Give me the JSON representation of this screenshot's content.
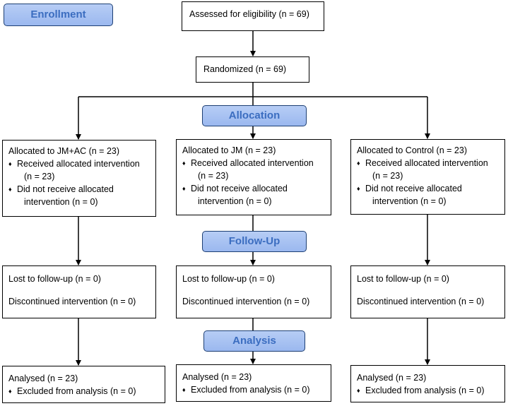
{
  "stages": {
    "enrollment": "Enrollment",
    "allocation": "Allocation",
    "followup": "Follow-Up",
    "analysis": "Analysis"
  },
  "assessed": "Assessed for eligibility (n = 69)",
  "randomized": "Randomized (n = 69)",
  "bullet": "♦",
  "arms": [
    {
      "allocated": "Allocated to JM+AC (n = 23)",
      "received_1": "Received allocated intervention",
      "received_2": "(n = 23)",
      "not_received_1": "Did not receive allocated",
      "not_received_2": "intervention (n = 0)",
      "lost": "Lost to follow-up (n = 0)",
      "discontinued": "Discontinued intervention (n = 0)",
      "analysed": "Analysed (n = 23)",
      "excluded": "Excluded from analysis (n = 0)"
    },
    {
      "allocated": "Allocated to JM (n = 23)",
      "received_1": "Received allocated intervention",
      "received_2": "(n = 23)",
      "not_received_1": "Did not receive allocated",
      "not_received_2": "intervention (n = 0)",
      "lost": "Lost to follow-up (n = 0)",
      "discontinued": "Discontinued intervention (n = 0)",
      "analysed": "Analysed (n = 23)",
      "excluded": "Excluded from analysis (n = 0)"
    },
    {
      "allocated": "Allocated to Control (n = 23)",
      "received_1": "Received allocated intervention",
      "received_2": "(n = 23)",
      "not_received_1": "Did not receive allocated",
      "not_received_2": "intervention (n = 0)",
      "lost": "Lost to follow-up (n = 0)",
      "discontinued": "Discontinued intervention (n = 0)",
      "analysed": "Analysed (n = 23)",
      "excluded": "Excluded from analysis (n = 0)"
    }
  ]
}
